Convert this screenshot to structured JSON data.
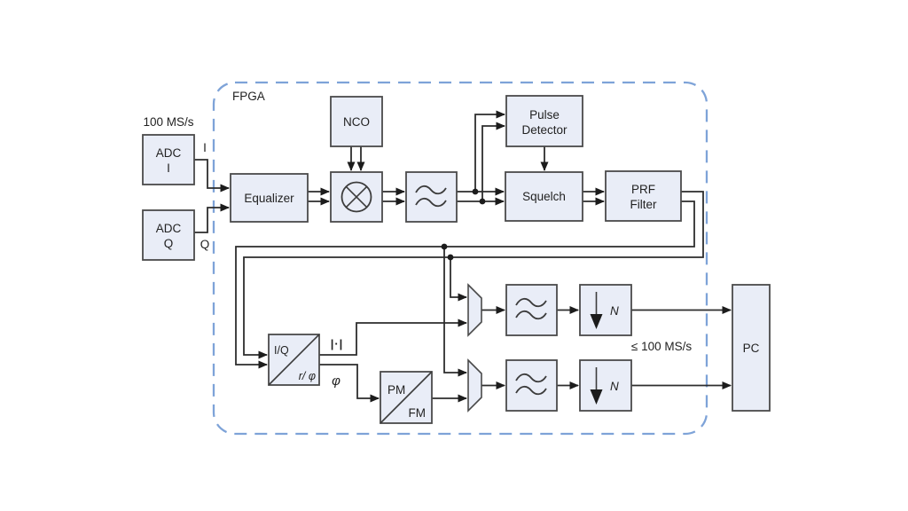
{
  "colors": {
    "background": "#ffffff",
    "block_fill": "#e9edf7",
    "block_border": "#4a4a4a",
    "wire": "#2d2d2d",
    "fpga_dash_border": "#7ea3d8",
    "text": "#222222"
  },
  "icons": {
    "mixer": "multiply-circle-x",
    "filter": "double-wave-filter",
    "decimator": "down-arrow",
    "mux": "trapezoid-multiplexer"
  },
  "fpga": {
    "label": "FPGA"
  },
  "source": {
    "rate_label": "100 MS/s",
    "adc_i": {
      "line1": "ADC",
      "line2": "I"
    },
    "adc_q": {
      "line1": "ADC",
      "line2": "Q"
    },
    "wire_i_label": "I",
    "wire_q_label": "Q"
  },
  "blocks": {
    "equalizer": "Equalizer",
    "nco": "NCO",
    "pulse_detector": {
      "line1": "Pulse",
      "line2": "Detector"
    },
    "squelch": "Squelch",
    "prf_filter": {
      "line1": "PRF",
      "line2": "Filter"
    },
    "iq_to_polar": {
      "top": "I/Q",
      "bottom": "r/ φ"
    },
    "pm_fm": {
      "top": "PM",
      "bottom": "FM"
    },
    "decimator": "N",
    "pc": "PC"
  },
  "signal_labels": {
    "magnitude": "|·|",
    "phase": "φ",
    "output_rate": "≤ 100 MS/s"
  }
}
